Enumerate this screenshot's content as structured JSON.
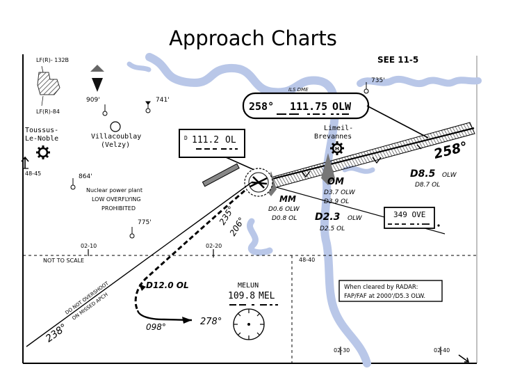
{
  "slide_title": "Approach Charts",
  "chart": {
    "see_ref": "SEE 11-5",
    "not_to_scale": "NOT TO SCALE",
    "prohibited_areas": [
      "LF(R)- 132B",
      "LF(R)-84"
    ],
    "towns": {
      "toussus": [
        "Toussus-",
        "Le-Noble"
      ],
      "villacoublay": [
        "Villacoublay",
        "(Velzy)"
      ],
      "limeil": [
        "Limeil-",
        "Brevannes"
      ]
    },
    "obstacle_elevations": [
      "909'",
      "741'",
      "864'",
      "775'",
      "735'"
    ],
    "nuclear_plant_note": [
      "Nuclear power plant",
      "LOW OVERFLYING",
      "PROHIBITED"
    ],
    "grid_labels": [
      "48-45",
      "02-10",
      "02-20",
      "48-40",
      "02-30",
      "02-40"
    ],
    "ils_box": {
      "label": "ILS DME",
      "course": "258°",
      "frequency": "111.75",
      "ident": "OLW"
    },
    "vor_box": {
      "prefix": "D",
      "frequency": "111.2",
      "ident": "OL"
    },
    "final_course": "258°",
    "fixes": {
      "d8_5": {
        "name": "D8.5",
        "ident": "OLW",
        "alt": "D8.7 OL"
      },
      "om": {
        "name": "OM",
        "lines": [
          "D3.7 OLW",
          "D3.9 OL"
        ]
      },
      "d2_3": {
        "name": "D2.3",
        "ident": "OLW",
        "alt": "D2.5 OL"
      },
      "mm": {
        "name": "MM",
        "lines": [
          "D0.6 OLW",
          "D0.8 OL"
        ]
      },
      "d12": {
        "name": "D12.0 OL"
      }
    },
    "ove_box": {
      "text": "349 OVE"
    },
    "missed_approach": {
      "course_235": "235°",
      "course_206": "206°",
      "course_238": "238°",
      "course_098": "098°",
      "course_278": "278°",
      "caution": [
        "DO NOT OVERSHOOT",
        "ON MISSED APCH"
      ]
    },
    "melun": {
      "name": "MELUN",
      "frequency": "109.8",
      "ident": "MEL"
    },
    "radar_note": [
      "When cleared by RADAR:",
      "FAP/FAF at 2000'/D5.3 OLW."
    ]
  }
}
